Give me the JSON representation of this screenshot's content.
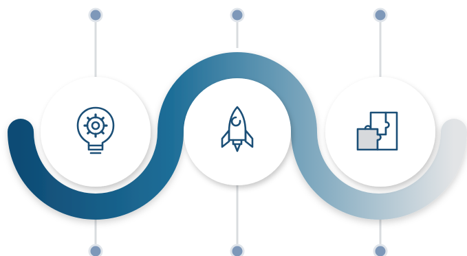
{
  "colors": {
    "wave_start": "#0f4c75",
    "wave_mid": "#1e6e98",
    "wave_end": "#e2e4e6",
    "icon_stroke": "#1b4f77",
    "icon_fill_light": "#d7d9dc",
    "pin_fill": "#7e98b9",
    "pin_ring": "#dfe4ea",
    "connector": "#d9dcdf",
    "circle_fill": "#ffffff"
  },
  "steps": [
    {
      "id": "idea",
      "icon": "lightbulb-gear-icon"
    },
    {
      "id": "launch",
      "icon": "rocket-icon"
    },
    {
      "id": "solution",
      "icon": "puzzle-icon"
    }
  ]
}
